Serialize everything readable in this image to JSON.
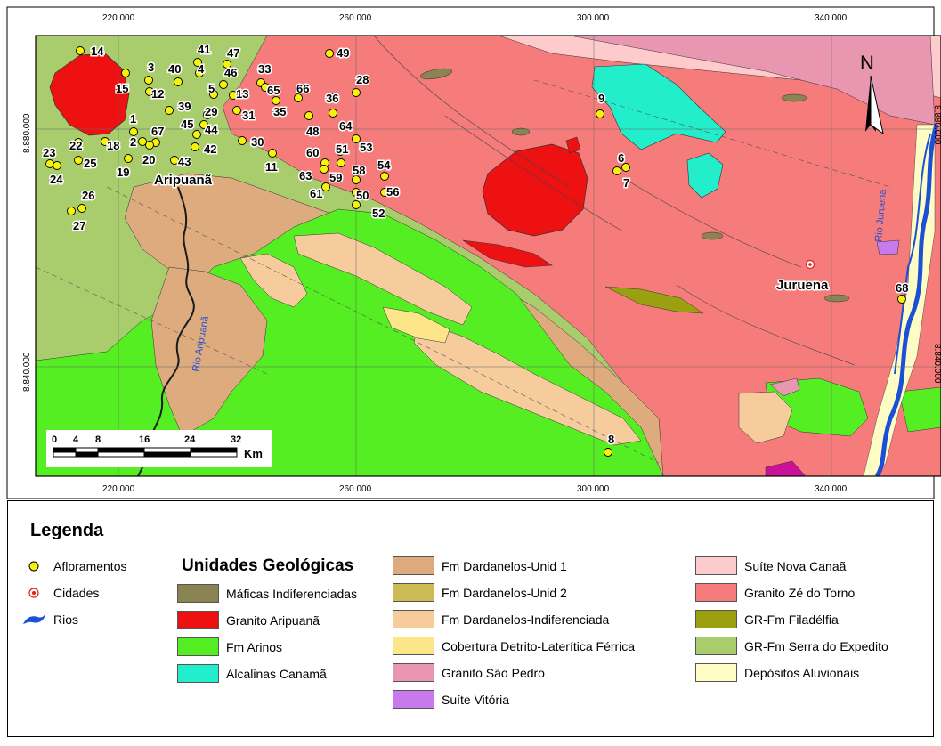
{
  "map": {
    "top_ticks": [
      "220.000",
      "260.000",
      "300.000",
      "340.000"
    ],
    "bottom_ticks": [
      "220.000",
      "260.000",
      "300.000",
      "340.000"
    ],
    "left_ticks": [
      "8.880.000",
      "8.840.000"
    ],
    "right_ticks": [
      "8.880.000",
      "8.840.000"
    ],
    "north_label": "N",
    "cities": {
      "aripuana": "Aripuanã",
      "juruena": "Juruena"
    },
    "rivers": {
      "aripuana": "Rio Aripuanã",
      "juruena": "Rio Juruena"
    },
    "scale": {
      "ticks": [
        "0",
        "4",
        "8",
        "16",
        "24",
        "32"
      ],
      "unit": "Km"
    },
    "outcrops": [
      "14",
      "49",
      "41",
      "47",
      "3",
      "40",
      "4",
      "46",
      "33",
      "28",
      "15",
      "65",
      "66",
      "36",
      "9",
      "12",
      "5",
      "13",
      "39",
      "29",
      "31",
      "35",
      "1",
      "45",
      "48",
      "64",
      "67",
      "44",
      "2",
      "18",
      "22",
      "30",
      "23",
      "42",
      "60",
      "51",
      "53",
      "20",
      "25",
      "19",
      "43",
      "11",
      "63",
      "59",
      "58",
      "54",
      "6",
      "24",
      "7",
      "61",
      "50",
      "56",
      "26",
      "52",
      "27",
      "68",
      "8"
    ],
    "colors": {
      "water": "#1a4fd6",
      "city_symbol": "#e02020",
      "outcrop_symbol": "#f6f20a"
    }
  },
  "legend": {
    "title": "Legenda",
    "symbols": [
      {
        "label": "Afloramentos",
        "icon": "yellow-circle-icon"
      },
      {
        "label": "Cidades",
        "icon": "red-dot-icon"
      },
      {
        "label": "Rios",
        "icon": "blue-river-icon"
      }
    ],
    "units_title": "Unidades Geológicas",
    "col1": [
      {
        "label": "Máficas Indiferenciadas",
        "color": "#8a8352"
      },
      {
        "label": "Granito Aripuanã",
        "color": "#ee1111"
      },
      {
        "label": "Fm Arinos",
        "color": "#55ee22"
      },
      {
        "label": "Alcalinas Canamã",
        "color": "#22eecc"
      }
    ],
    "col2": [
      {
        "label": "Fm Dardanelos-Unid 1",
        "color": "#ddab7d"
      },
      {
        "label": "Fm Dardanelos-Unid 2",
        "color": "#cdbb55"
      },
      {
        "label": "Fm Dardanelos-Indiferenciada",
        "color": "#f7cc9d"
      },
      {
        "label": "Cobertura Detrito-Laterítica Férrica",
        "color": "#fde58a"
      },
      {
        "label": "Granito São Pedro",
        "color": "#e996b0"
      },
      {
        "label": "Suíte Vitória",
        "color": "#c87aed"
      }
    ],
    "col3": [
      {
        "label": "Suíte Nova Canaã",
        "color": "#fdcbcb"
      },
      {
        "label": "Granito Zé do Torno",
        "color": "#f67b7b"
      },
      {
        "label": "GR-Fm Filadélfia",
        "color": "#9aa010"
      },
      {
        "label": "GR-Fm Serra do Expedito",
        "color": "#a9cd6d"
      },
      {
        "label": "Depósitos Aluvionais",
        "color": "#fdfcc5"
      }
    ]
  }
}
